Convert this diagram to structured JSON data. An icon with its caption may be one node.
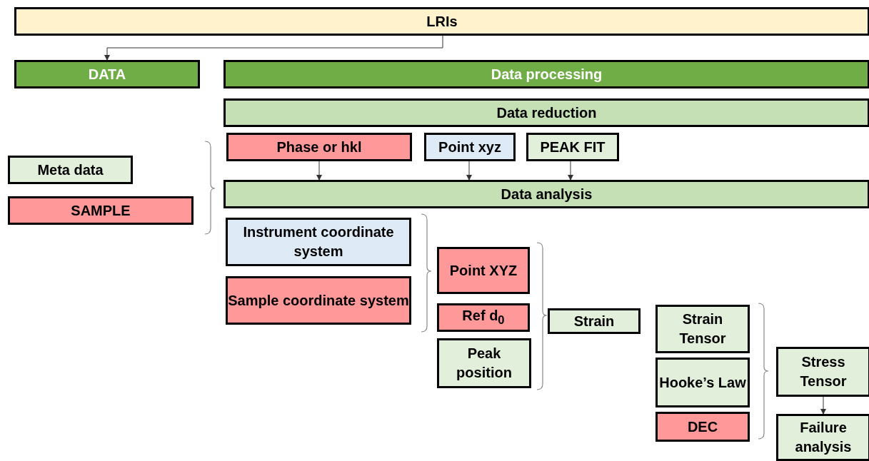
{
  "diagram": {
    "nodes": [
      {
        "text": [
          "LRIs"
        ]
      },
      {
        "text": [
          "DATA"
        ]
      },
      {
        "text": [
          "Data processing"
        ]
      },
      {
        "text": [
          "Data reduction"
        ]
      },
      {
        "text": [
          "Phase or hkl"
        ]
      },
      {
        "text": [
          "Point xyz"
        ]
      },
      {
        "text": [
          "PEAK FIT"
        ]
      },
      {
        "text": [
          "Meta data"
        ]
      },
      {
        "text": [
          "Data analysis"
        ]
      },
      {
        "text": [
          "SAMPLE"
        ]
      },
      {
        "text": [
          "Instrument coordinate system"
        ]
      },
      {
        "text": [
          "Point XYZ"
        ]
      },
      {
        "text": [
          "Sample coordinate system"
        ]
      },
      {
        "text": [
          "Ref d$_{0}$"
        ]
      },
      {
        "text": [
          "Strain"
        ]
      },
      {
        "text": [
          "Strain Tensor"
        ]
      },
      {
        "text": [
          "Peak position"
        ]
      },
      {
        "text": [
          "Hooke’s Law"
        ]
      },
      {
        "text": [
          "Stress Tensor"
        ]
      },
      {
        "text": [
          "DEC"
        ]
      },
      {
        "text": [
          "Failure analysis"
        ]
      }
    ],
    "edges": [
      {
        "from": 0,
        "to": 1,
        "arrow": "to"
      },
      {
        "from": 4,
        "to": 8,
        "arrow": "to"
      },
      {
        "from": 5,
        "to": 8,
        "arrow": "to"
      },
      {
        "from": 6,
        "to": 8,
        "arrow": "to"
      },
      {
        "from": 18,
        "to": 20,
        "arrow": "to"
      }
    ]
  }
}
